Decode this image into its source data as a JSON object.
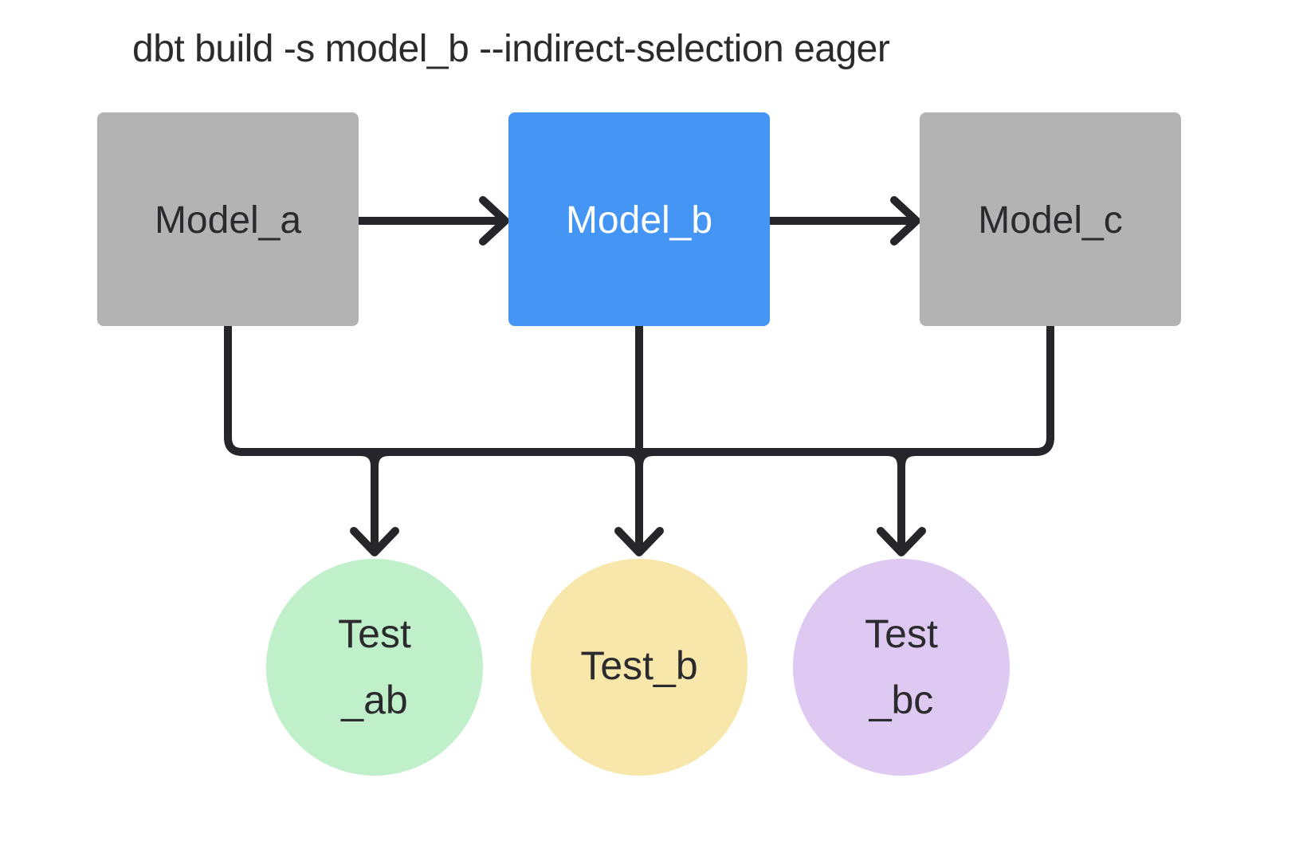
{
  "title": "dbt build -s model_b --indirect-selection eager",
  "colors": {
    "background": "#ffffff",
    "model_selected_fill": "#4596f4",
    "model_unselected_fill": "#b3b3b3",
    "test_ab_fill": "#bff0ca",
    "test_b_fill": "#f8e7aa",
    "test_bc_fill": "#ddc9f2",
    "edge_stroke": "#26262a",
    "label_dark": "#2b2b2e",
    "label_light": "#ffffff"
  },
  "models": [
    {
      "id": "model_a",
      "label": "Model_a",
      "state": "unselected"
    },
    {
      "id": "model_b",
      "label": "Model_b",
      "state": "selected"
    },
    {
      "id": "model_c",
      "label": "Model_c",
      "state": "unselected"
    }
  ],
  "tests": [
    {
      "id": "test_ab",
      "label_line1": "Test",
      "label_line2": "_ab"
    },
    {
      "id": "test_b",
      "label_line1": "Test_b",
      "label_line2": ""
    },
    {
      "id": "test_bc",
      "label_line1": "Test",
      "label_line2": "_bc"
    }
  ],
  "edges": [
    {
      "from": "model_a",
      "to": "model_b"
    },
    {
      "from": "model_b",
      "to": "model_c"
    },
    {
      "from": "model_a",
      "to": "test_ab"
    },
    {
      "from": "model_b",
      "to": "test_ab"
    },
    {
      "from": "model_b",
      "to": "test_b"
    },
    {
      "from": "model_b",
      "to": "test_bc"
    },
    {
      "from": "model_c",
      "to": "test_bc"
    }
  ]
}
